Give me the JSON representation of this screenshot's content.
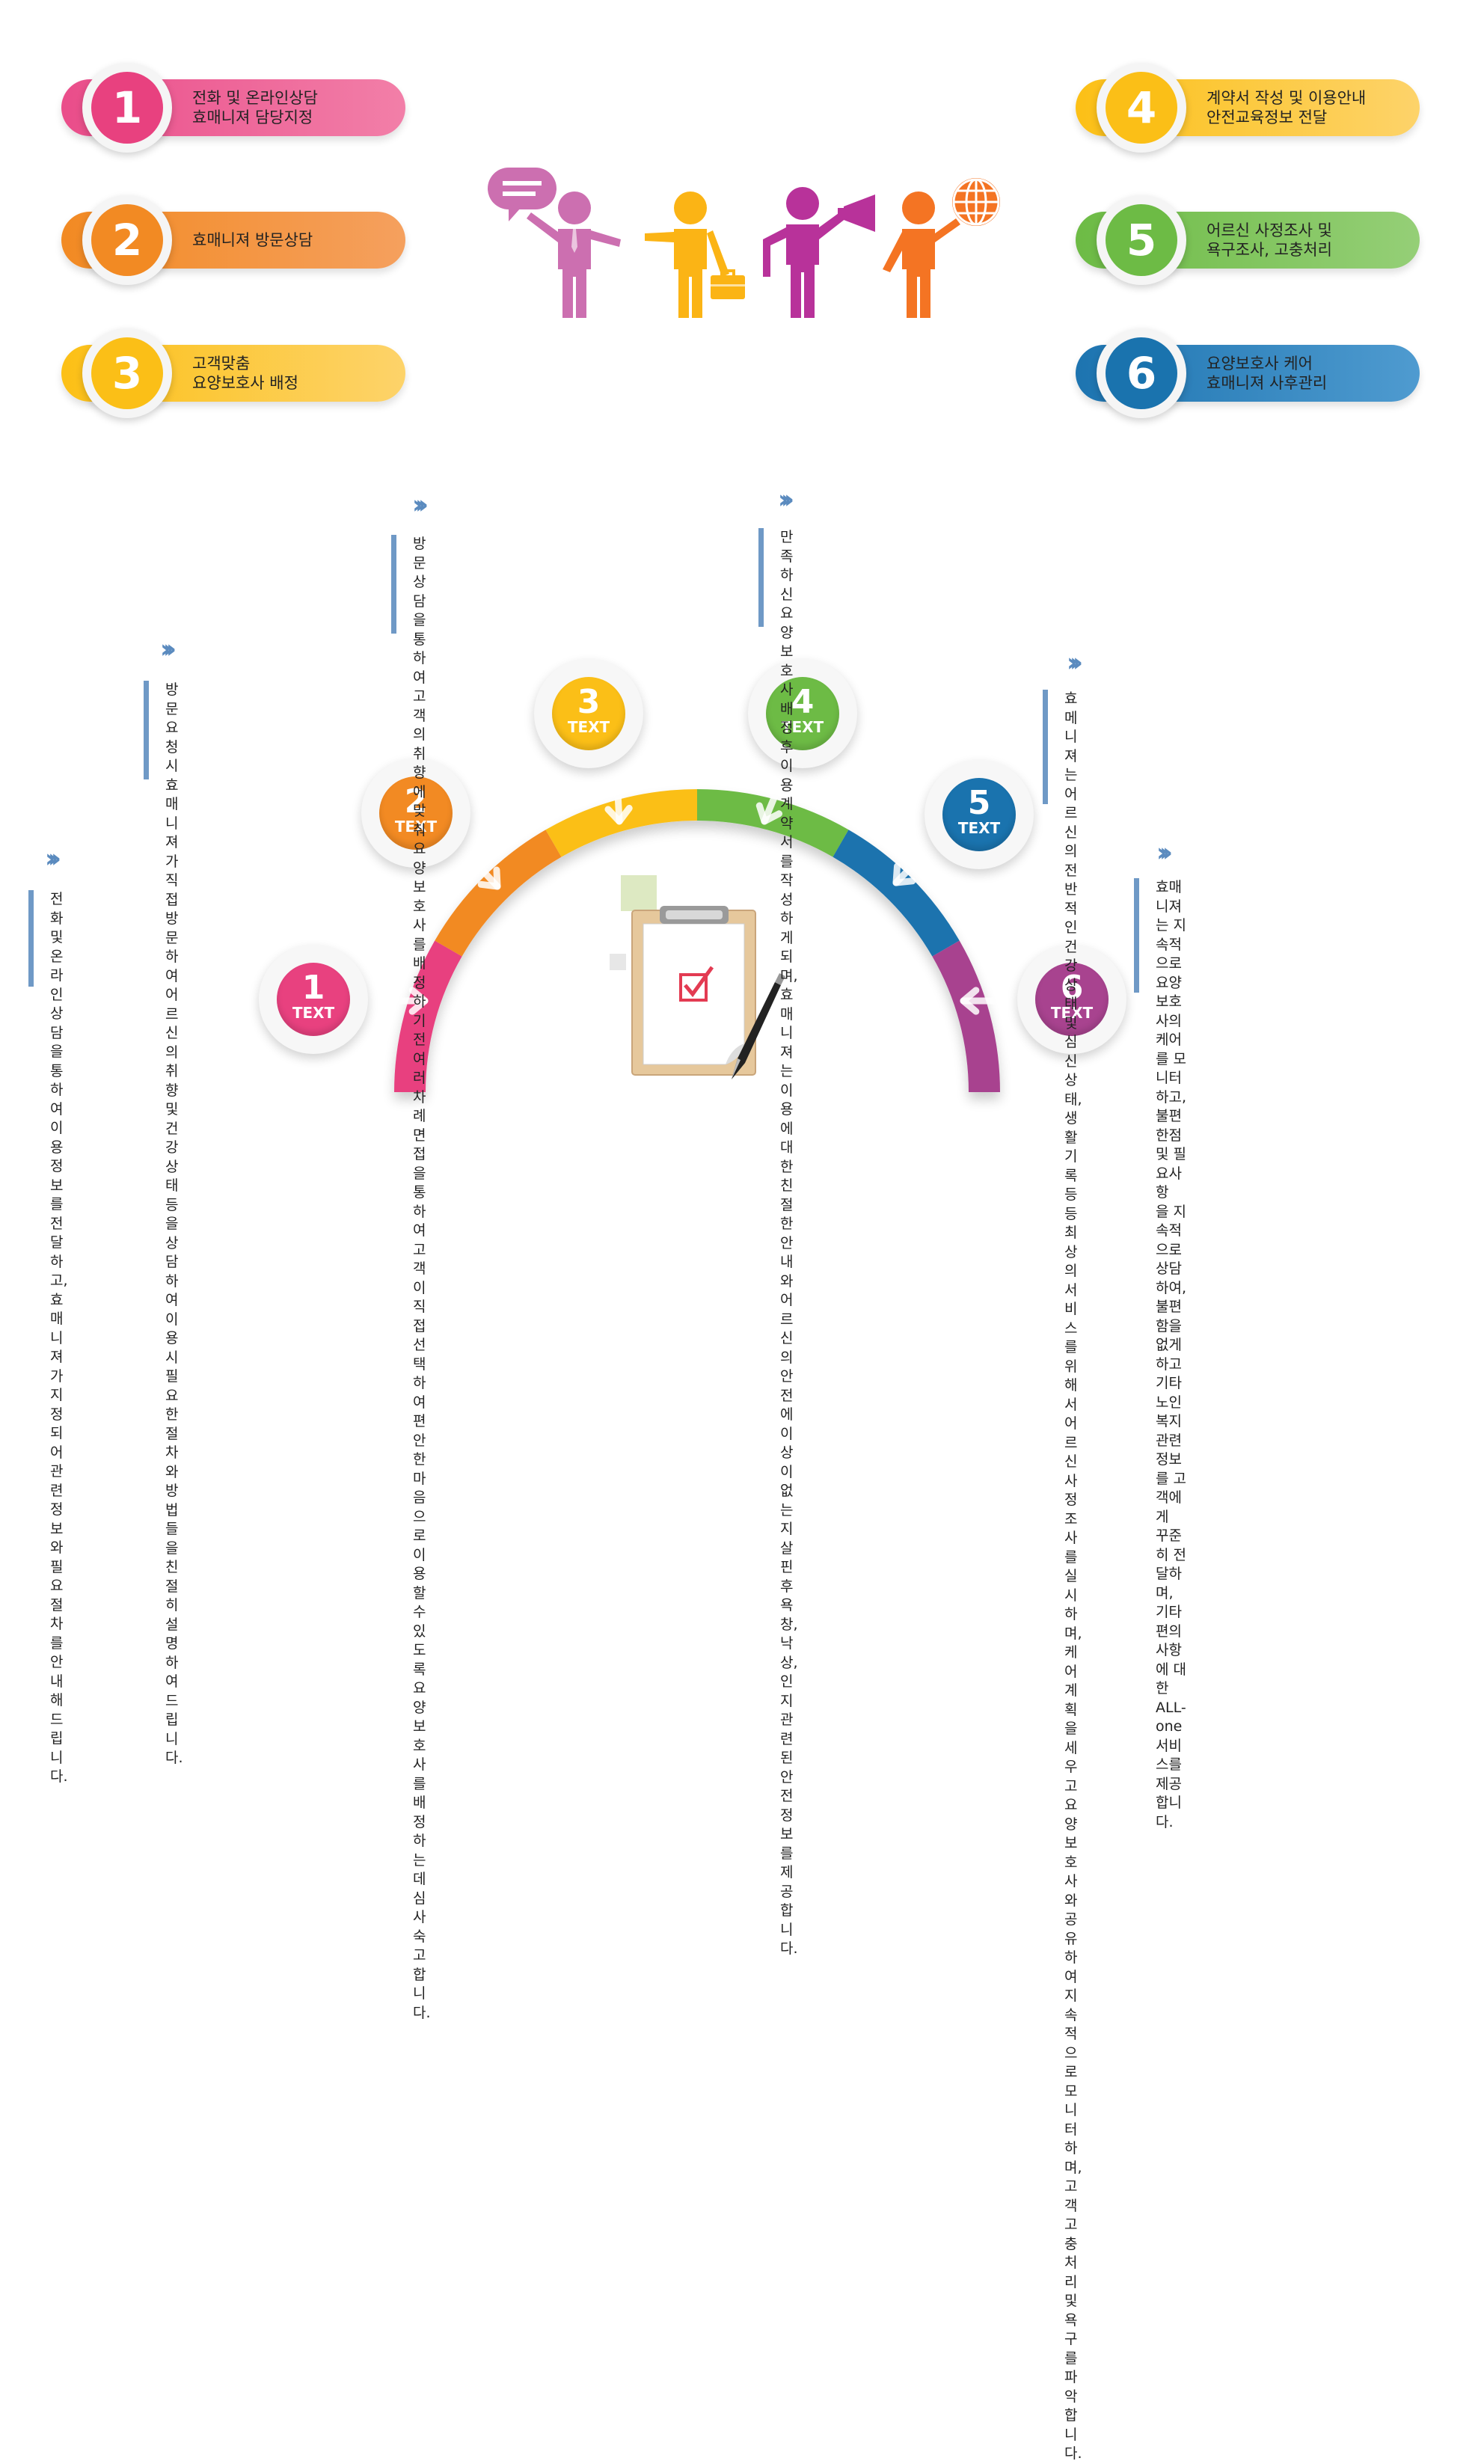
{
  "colors": {
    "pink": "#e8417f",
    "orange": "#f28a23",
    "yellow": "#fbbf17",
    "green": "#6dbb45",
    "blue": "#1a73ae",
    "purple": "#a8438f",
    "accent": "#5b8bbf"
  },
  "top_steps": [
    {
      "number": "1",
      "text": "전화 및 온라인상담\n효매니져 담당지정",
      "color": "#e8417f"
    },
    {
      "number": "2",
      "text": "효매니져 방문상담",
      "color": "#f28a23"
    },
    {
      "number": "3",
      "text": "고객맞춤\n요양보호사 배정",
      "color": "#fbbf17"
    },
    {
      "number": "4",
      "text": "계약서 작성 및 이용안내\n안전교육정보 전달",
      "color": "#fbbf17"
    },
    {
      "number": "5",
      "text": "어르신 사정조사 및\n욕구조사, 고충처리",
      "color": "#6dbb45"
    },
    {
      "number": "6",
      "text": "요양보호사 케어\n효매니져 사후관리",
      "color": "#1a73ae"
    }
  ],
  "people": [
    {
      "icon": "speech-bubble-icon",
      "color": "#cc6fb0"
    },
    {
      "icon": "briefcase-icon",
      "color": "#fbb415"
    },
    {
      "icon": "megaphone-icon",
      "color": "#b8329a"
    },
    {
      "icon": "globe-icon",
      "color": "#f47423"
    }
  ],
  "process": {
    "chevron": "›››",
    "steps": [
      {
        "num": "1",
        "label": "TEXT",
        "color": "#e8417f",
        "desc": "전화 및 온라인 상담을 통하여\n이용정보를 전달하고,\n효매니져가 지정되어 관련정보\n와 필요절차를 안내해드립니다."
      },
      {
        "num": "2",
        "label": "TEXT",
        "color": "#f28a23",
        "desc": "방문요청시 효매니져가 직접\n방문하여 어르신의 취향 및 건강상태등을\n상담하여 이용시 필요한 절차와 방법들을\n친절히 설명하여 드립니다."
      },
      {
        "num": "3",
        "label": "TEXT",
        "color": "#fbbf17",
        "desc": "방문상담을 통하여 고객의 취향에 맞춰\n요양보호사를 배정하기 전 여러차례\n면접을 통하여 고객이 직접 선택하여\n편안한 마음으로 이용할 수 있도록\n요양보호사를 배정하는데 심사숙고 합니다."
      },
      {
        "num": "4",
        "label": "TEXT",
        "color": "#6dbb45",
        "desc": "만족하신 요양보호사 배정 후\n이용계약서를 작성하게 되며,\n효매니져는 이용에 대한 친절한 안내와\n어르신의 안전에 이상이 없는지 살핀후\n욕창, 낙상, 인지 관련된 안전정보를 제공합니다."
      },
      {
        "num": "5",
        "label": "TEXT",
        "color": "#1a73ae",
        "desc": "효메니져는 어르신의 전반적인\n건강상태 및 심신상태, 생활기록 등등 최상의\n서비스를 위해서 어르신 사정조사를 실시하며,\n케어계획을 세우고 요양보호사와 공유하여\n지속적으로 모니터하며,\n고객 고충처리 및 욕구를 파악합니다."
      },
      {
        "num": "6",
        "label": "TEXT",
        "color": "#a8438f",
        "desc": "효매니져는 지속적으로 요양보호사의\n케어를 모니터하고, 불편한점 및 필요사항\n을 지속적으로 상담하여, 불편함을 없게하고\n기타 노인복지관련 정보를 고객에게\n꾸준히 전달하며, 기타 편의사항에 대한\nALL-one서비스를 제공합니다."
      }
    ]
  },
  "arc_colors": [
    "#e8417f",
    "#f28a23",
    "#fbbf17",
    "#6dbb45",
    "#1a73ae",
    "#a8438f"
  ],
  "center_icon": "clipboard-check-icon"
}
